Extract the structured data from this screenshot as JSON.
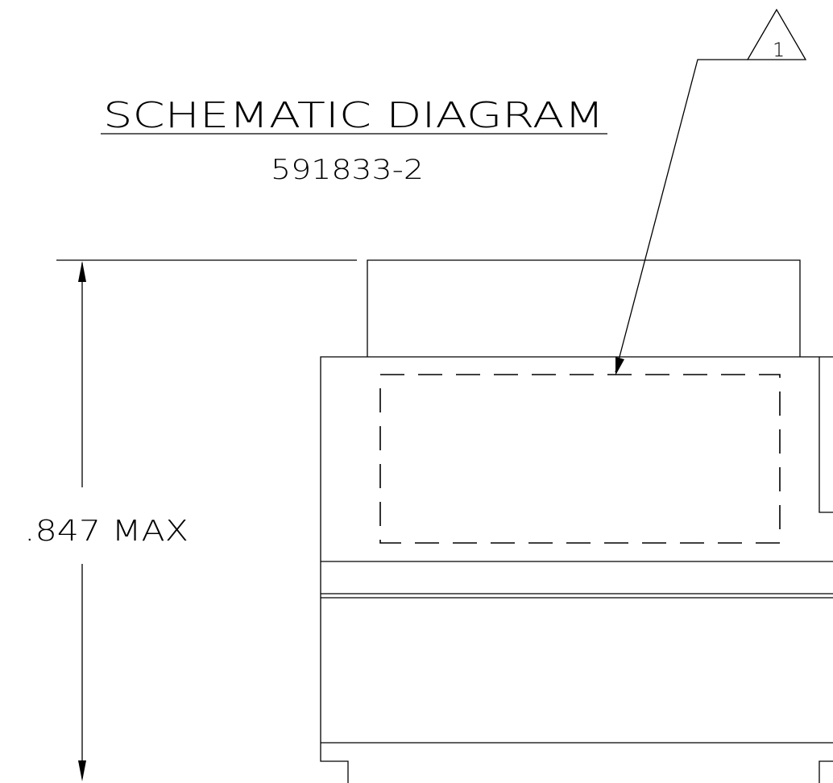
{
  "title": "SCHEMATIC DIAGRAM",
  "part_number": "591833-2",
  "dimension_label": ".847 MAX",
  "revision_marker": "1",
  "colors": {
    "line": "#000000",
    "background": "#ffffff"
  }
}
